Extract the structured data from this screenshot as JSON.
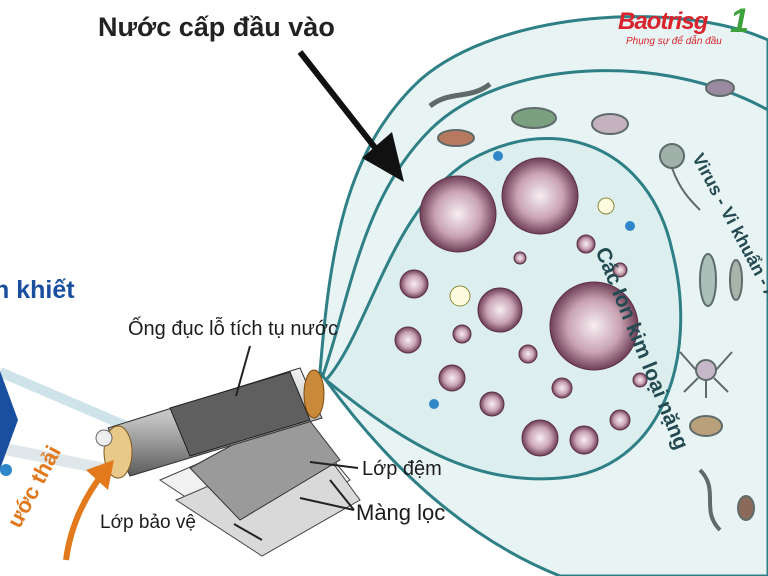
{
  "labels": {
    "title": "Nước cấp đầu vào",
    "pure": "h khiết",
    "tube": "Ống đục lỗ tích tụ nước",
    "pad": "Lớp đệm",
    "membrane": "Màng lọc",
    "protect": "Lớp bảo vệ",
    "waste": "ước thải",
    "ions": "Các Ion kim loại nặng",
    "virus": "Virus - Vi khuẩn - Amip"
  },
  "brand": {
    "name": "Baotrisg",
    "number": "1",
    "tagline": "Phụng sự để dẫn đầu"
  },
  "colors": {
    "outline": "#2e7f86",
    "fill": "#e4f2f1",
    "ion_fill": "#8b5a70",
    "ion_light": "#f3e9ee",
    "arrow": "#111111",
    "pure_water": "#1a4fa0",
    "waste": "#e27a1d",
    "brand_red": "#d9232d",
    "brand_green": "#3da23b"
  }
}
